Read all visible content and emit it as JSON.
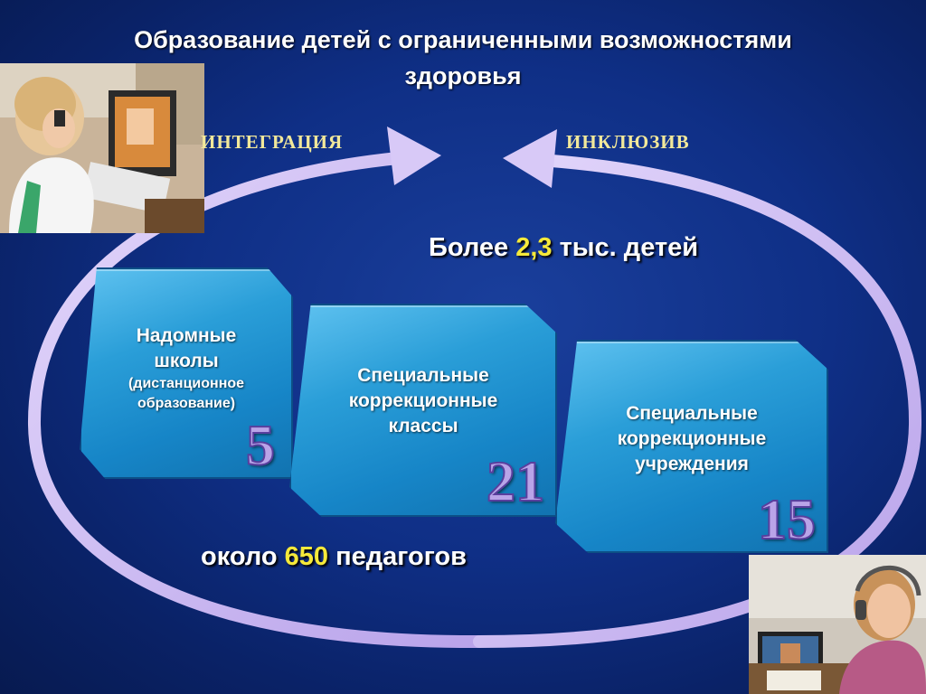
{
  "title": {
    "line1": "Образование детей с ограниченными возможностями",
    "line2": "здоровья"
  },
  "arrows": {
    "left_label": "ИНТЕГРАЦИЯ",
    "right_label": "ИНКЛЮЗИВ"
  },
  "stats": {
    "children_prefix": "Более ",
    "children_value": "2,3",
    "children_suffix": " тыс. детей",
    "teachers_prefix": "около ",
    "teachers_value": "650",
    "teachers_suffix": " педагогов"
  },
  "panels": [
    {
      "title_l1": "Надомные",
      "title_l2": "школы",
      "sub_l1": "(дистанционное",
      "sub_l2": "образование)",
      "count": "5"
    },
    {
      "title_l1": "Специальные",
      "title_l2": "коррекционные",
      "title_l3": "классы",
      "count": "21"
    },
    {
      "title_l1": "Специальные",
      "title_l2": "коррекционные",
      "title_l3": "учреждения",
      "count": "15"
    }
  ],
  "colors": {
    "background": "#0f2f86",
    "panel": "#2a9ed8",
    "ring": "#cbb8ef",
    "highlight_number": "#f5e93a",
    "arrow_label": "#f2e89a",
    "big_number": "#b9a4e8"
  }
}
